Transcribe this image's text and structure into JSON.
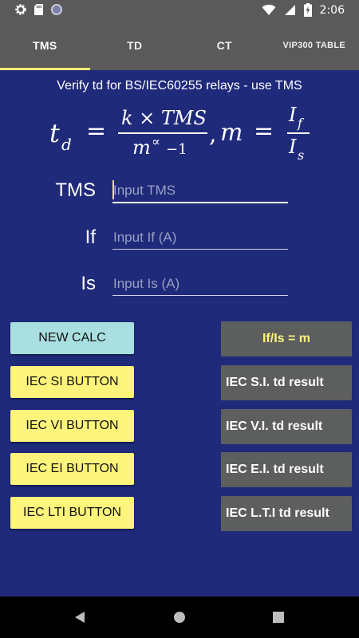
{
  "status_bar": {
    "time": "2:06",
    "left_icons": [
      "gear-icon",
      "sd-card-icon",
      "circle-icon"
    ],
    "right_icons": [
      "wifi-icon",
      "signal-icon",
      "battery-charging-icon"
    ]
  },
  "tabs": [
    {
      "label": "TMS",
      "selected": true
    },
    {
      "label": "TD",
      "selected": false
    },
    {
      "label": "CT",
      "selected": false
    },
    {
      "label": "VIP300 TABLE",
      "selected": false
    }
  ],
  "subtitle": "Verify td for BS/IEC60255 relays - use TMS",
  "formula": {
    "lhs": "t",
    "lhs_sub": "d",
    "numerator": "k × TMS",
    "denominator_base": "m",
    "denominator_exp": "∝",
    "denominator_rest": "−1",
    "m_label": "m",
    "ratio_num": "I",
    "ratio_num_sub": "f",
    "ratio_den": "I",
    "ratio_den_sub": "s"
  },
  "inputs": {
    "tms": {
      "label": "TMS",
      "placeholder": "Input TMS",
      "value": ""
    },
    "if": {
      "label": "If",
      "placeholder": "Input If (A)",
      "value": ""
    },
    "is": {
      "label": "Is",
      "placeholder": "Input Is (A)",
      "value": ""
    }
  },
  "buttons": {
    "new_calc": "NEW CALC",
    "iec_si": "IEC SI BUTTON",
    "iec_vi": "IEC VI BUTTON",
    "iec_ei": "IEC EI BUTTON",
    "iec_lti": "IEC LTI BUTTON"
  },
  "results": {
    "ratio": "If/Is = m",
    "si": "IEC S.I. td result",
    "vi": "IEC V.I. td result",
    "ei": "IEC E.I. td result",
    "lti": "IEC L.T.I td result"
  },
  "colors": {
    "background": "#1f2a7a",
    "bar": "#5a5a5a",
    "accent_yellow": "#fdf47c",
    "cyan_button": "#a9dfe0",
    "result_box": "#5d5e5e"
  }
}
